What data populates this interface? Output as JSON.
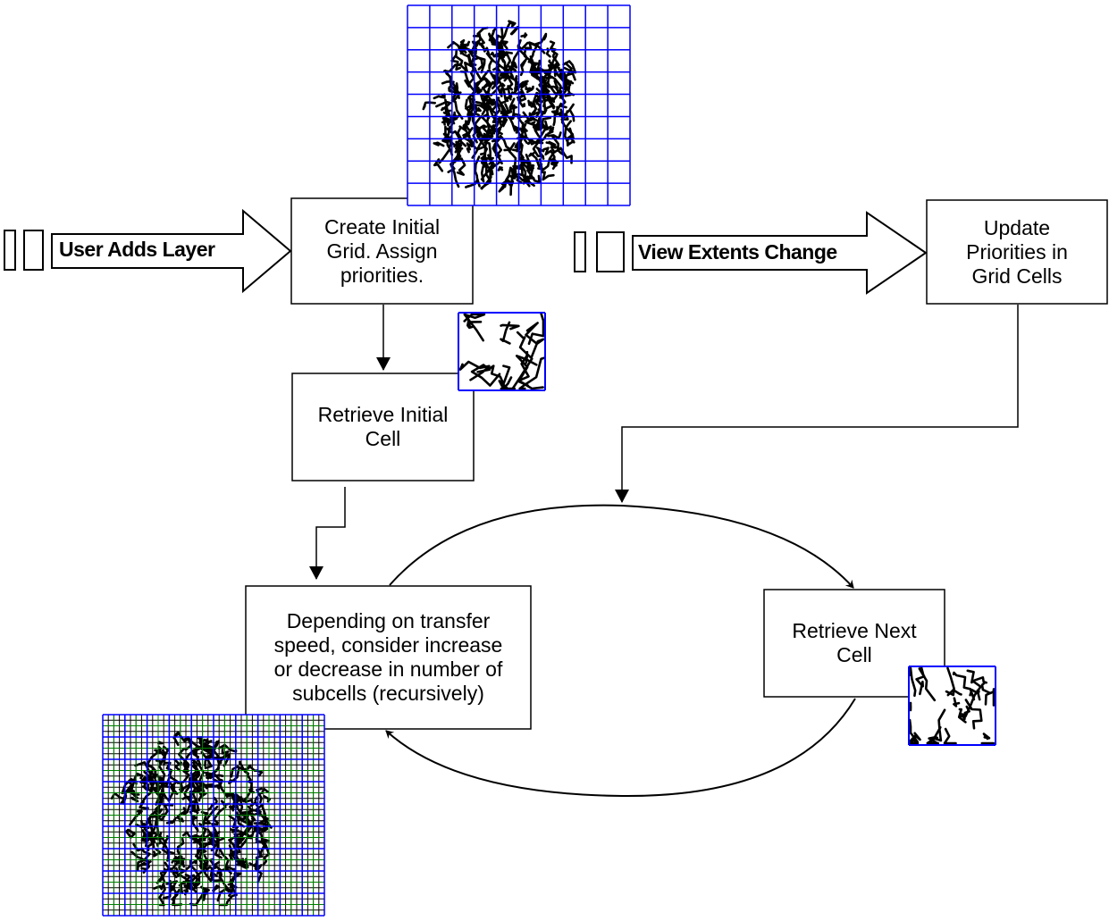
{
  "inputs": {
    "user_adds_layer": "User Adds Layer",
    "view_extents_change": "View Extents Change"
  },
  "steps": {
    "create_grid": "Create Initial\nGrid. Assign\npriorities.",
    "update_priorities": "Update\nPriorities in\nGrid Cells",
    "retrieve_initial": "Retrieve Initial\nCell",
    "depending": "Depending on transfer\nspeed, consider increase\nor decrease in number of\nsubcells (recursively)",
    "retrieve_next": "Retrieve Next\nCell"
  },
  "colors": {
    "grid_line": "#0000ff",
    "subgrid_line": "#008000",
    "stroke": "#000000"
  }
}
